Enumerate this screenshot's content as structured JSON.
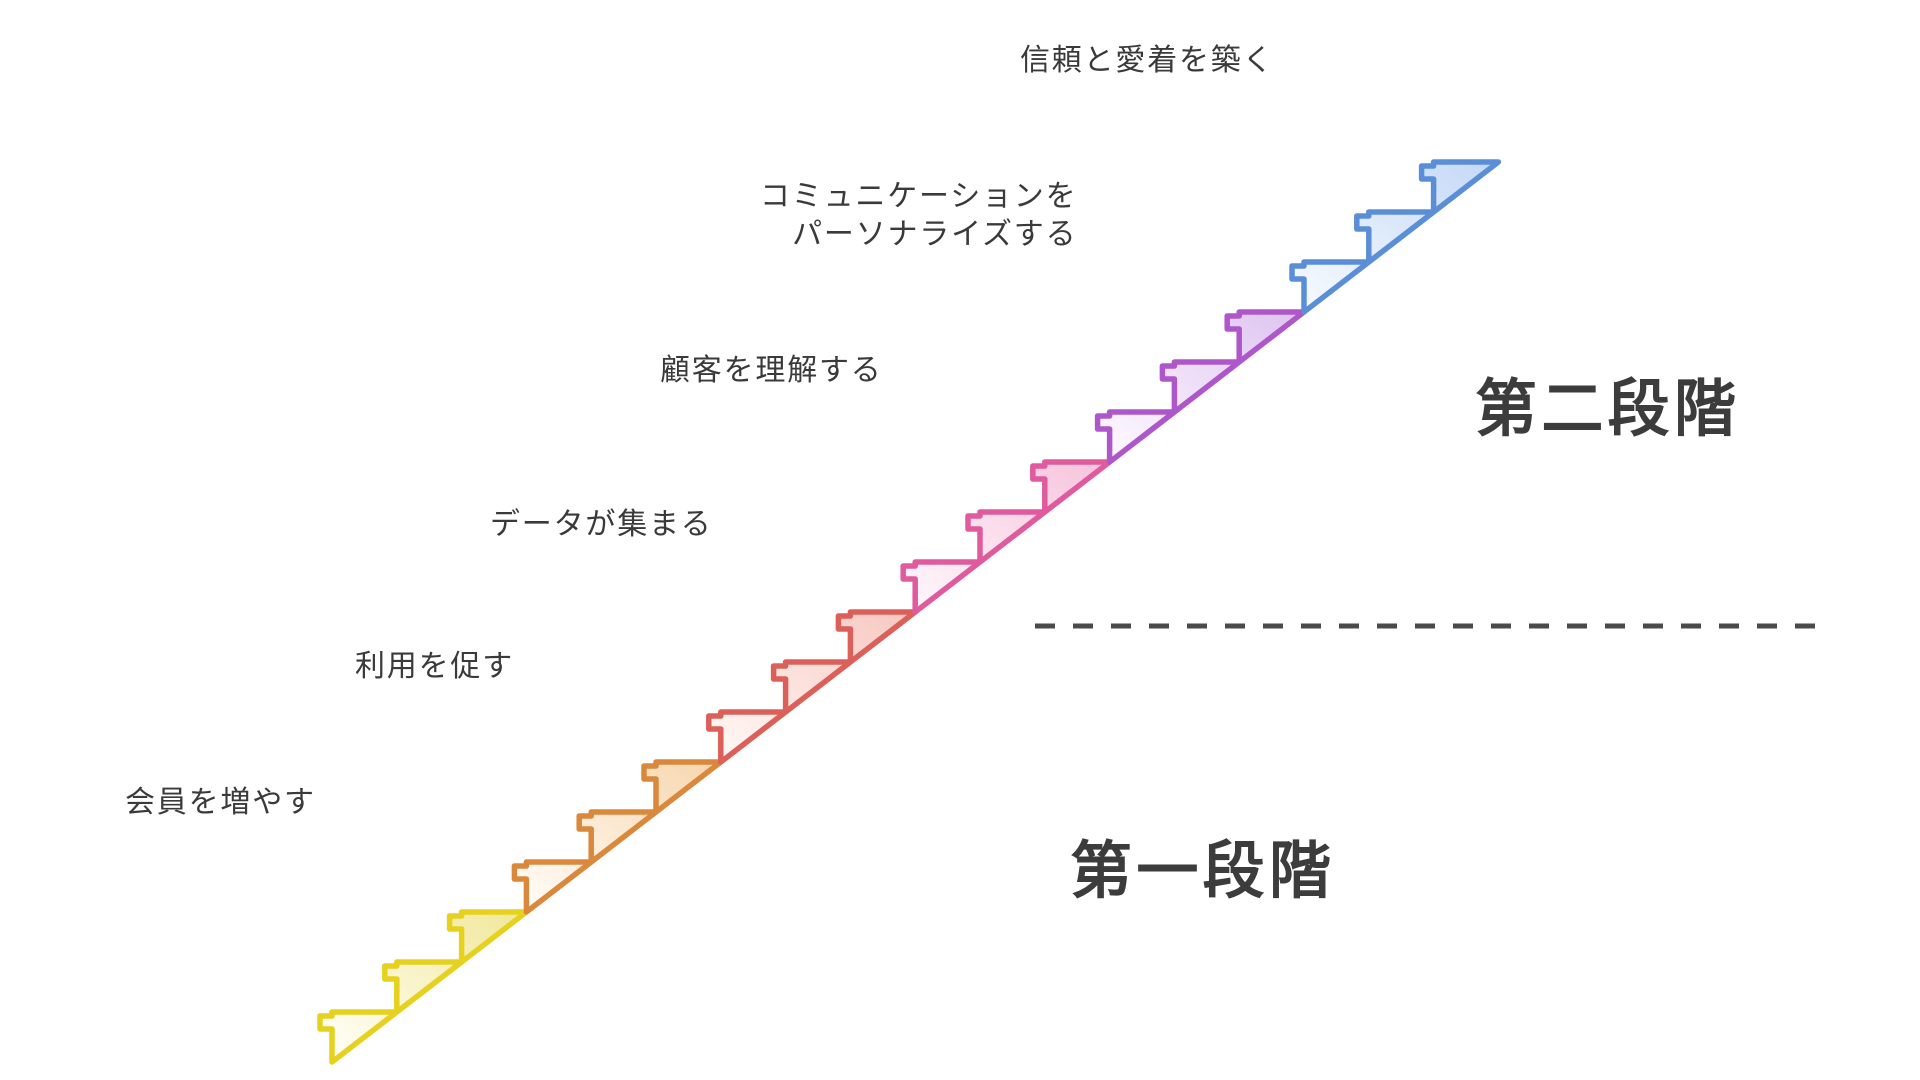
{
  "diagram": {
    "title_stage_one": "第一段階",
    "title_stage_two": "第二段階",
    "background": "#ffffff",
    "divider": {
      "name": "dashed-divider",
      "style": "dashed",
      "color": "#4a4a4a"
    }
  },
  "steps": [
    {
      "index": 1,
      "label": "会員を増やす",
      "label_line2": "",
      "icon": "magnet-people-icon",
      "color": "#E5D11E",
      "fill_light": "#FBF8DC",
      "fill_dark": "#FDFBEC",
      "stage": "第一段階"
    },
    {
      "index": 2,
      "label": "利用を促す",
      "label_line2": "",
      "icon": "browser-card-transaction-icon",
      "color": "#D9883C",
      "fill_light": "#FBEEDF",
      "fill_dark": "#FDF6EE",
      "stage": "第一段階"
    },
    {
      "index": 3,
      "label": "データが集まる",
      "label_line2": "",
      "icon": "bar-chart-icon",
      "color": "#DB6059",
      "fill_light": "#FBE3E0",
      "fill_dark": "#FDF0EE",
      "stage": "第一段階"
    },
    {
      "index": 4,
      "label": "顧客を理解する",
      "label_line2": "",
      "icon": "person-pie-chart-icon",
      "color": "#E05A9E",
      "fill_light": "#FBE2EE",
      "fill_dark": "#FDEFF6",
      "stage": "第二段階"
    },
    {
      "index": 5,
      "label": "コミュニケーションを",
      "label_line2": "パーソナライズする",
      "icon": "phone-envelope-icon",
      "color": "#AE57CB",
      "fill_light": "#F1E3F8",
      "fill_dark": "#F8F0FB",
      "stage": "第二段階"
    },
    {
      "index": 6,
      "label": "信頼と愛着を築く",
      "label_line2": "",
      "icon": "person-in-hands-icon",
      "color": "#5A8FD8",
      "fill_light": "#DEE9F9",
      "fill_dark": "#EEF4FC",
      "stage": "第二段階"
    }
  ],
  "chart_data": {
    "type": "diagram",
    "subtype": "staircase-progression",
    "title": "",
    "segments": 6,
    "steps_per_segment": 3,
    "categories": [
      "会員を増やす",
      "利用を促す",
      "データが集まる",
      "顧客を理解する",
      "コミュニケーションをパーソナライズする",
      "信頼と愛着を築く"
    ],
    "values": [
      1,
      2,
      3,
      4,
      5,
      6
    ],
    "groups": [
      {
        "name": "第一段階",
        "members": [
          "会員を増やす",
          "利用を促す",
          "データが集まる"
        ]
      },
      {
        "name": "第二段階",
        "members": [
          "顧客を理解する",
          "コミュニケーションをパーソナライズする",
          "信頼と愛着を築く"
        ]
      }
    ],
    "colors": [
      "#E5D11E",
      "#D9883C",
      "#DB6059",
      "#E05A9E",
      "#AE57CB",
      "#5A8FD8"
    ],
    "direction": "ascending-left-to-right",
    "legend": "none",
    "grid": false
  }
}
